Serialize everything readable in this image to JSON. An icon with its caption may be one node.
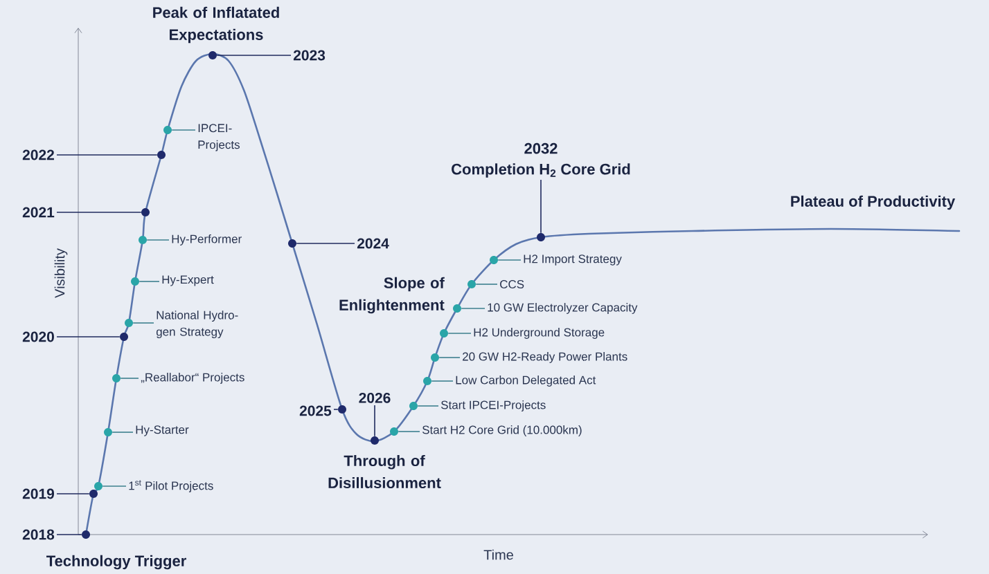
{
  "diagram": {
    "nodes": [
      {
        "text": [
          "2023"
        ]
      },
      {
        "text": [
          "IPCEI- Projects"
        ]
      },
      {
        "text": [
          "2022"
        ]
      },
      {
        "text": [
          "2021"
        ]
      },
      {
        "text": [
          "Hy-Performer"
        ]
      },
      {
        "text": [
          "2024"
        ]
      },
      {
        "text": [
          "Hy-Expert"
        ]
      },
      {
        "text": [
          "National Hydro- gen Strategy"
        ]
      },
      {
        "text": [
          "2020"
        ]
      },
      {
        "text": [
          "„Reallabor“ Projects"
        ]
      },
      {
        "text": [
          "2025"
        ]
      },
      {
        "text": [
          "2026"
        ]
      },
      {
        "text": [
          "Hy-Starter"
        ]
      },
      {
        "text": [
          "1$^{st}$ Pilot Projects"
        ]
      },
      {
        "text": [
          "2019"
        ]
      },
      {
        "text": [
          "2018"
        ]
      },
      {
        "text": [
          "2032",
          "Completion H$_{2}$ Core Grid"
        ]
      },
      {
        "text": [
          "H2 Import Strategy"
        ]
      },
      {
        "text": [
          "CCS"
        ]
      },
      {
        "text": [
          "10 GW Electrolyzer Capacity"
        ]
      },
      {
        "text": [
          "H2 Underground Storage"
        ]
      },
      {
        "text": [
          "20 GW H2-Ready Power Plants"
        ]
      },
      {
        "text": [
          "Low Carbon Delegated Act"
        ]
      },
      {
        "text": [
          "Start IPCEI-Projects"
        ]
      },
      {
        "text": [
          "Start H2 Core Grid (10.000km)"
        ]
      },
      {
        "text": [],
        "shape": "circle"
      },
      {
        "text": [],
        "shape": "circle"
      },
      {
        "text": [],
        "shape": "circle"
      },
      {
        "text": [],
        "shape": "circle"
      },
      {
        "text": [],
        "shape": "circle"
      },
      {
        "text": [],
        "shape": "circle"
      },
      {
        "text": [],
        "shape": "circle"
      },
      {
        "text": [],
        "shape": "circle"
      },
      {
        "text": [],
        "shape": "circle"
      },
      {
        "text": [],
        "shape": "circle"
      },
      {
        "text": [],
        "shape": "circle"
      },
      {
        "text": [],
        "shape": "circle"
      },
      {
        "text": [],
        "shape": "circle"
      },
      {
        "text": [],
        "shape": "circle"
      },
      {
        "text": [],
        "shape": "circle"
      },
      {
        "text": [],
        "shape": "circle"
      },
      {
        "text": [],
        "shape": "circle"
      },
      {
        "text": [],
        "shape": "circle"
      },
      {
        "text": [],
        "shape": "circle"
      },
      {
        "text": [],
        "shape": "circle"
      },
      {
        "text": [],
        "shape": "circle"
      },
      {
        "text": [],
        "shape": "circle"
      },
      {
        "text": [],
        "shape": "circle"
      },
      {
        "text": [],
        "shape": "circle"
      },
      {
        "text": [],
        "shape": "circle"
      }
    ],
    "edges": [
      {
        "from": 0,
        "to": 37,
        "arrow": "none",
        "color": "#1f2a5e"
      },
      {
        "from": 1,
        "to": 36,
        "arrow": "none"
      },
      {
        "from": 2,
        "to": 35,
        "arrow": "none",
        "color": "#1f2a5e"
      },
      {
        "from": 3,
        "to": 34,
        "arrow": "none",
        "color": "#1f2a5e"
      },
      {
        "from": 4,
        "to": 33,
        "arrow": "none"
      },
      {
        "from": 5,
        "to": 38,
        "arrow": "none",
        "color": "#1f2a5e"
      },
      {
        "from": 6,
        "to": 32,
        "arrow": "none"
      },
      {
        "from": 7,
        "to": 31,
        "arrow": "none"
      },
      {
        "from": 8,
        "to": 30,
        "arrow": "none",
        "color": "#1f2a5e"
      },
      {
        "from": 9,
        "to": 29,
        "arrow": "none"
      },
      {
        "from": 10,
        "to": 39,
        "arrow": "none",
        "color": "#1f2a5e"
      },
      {
        "from": 11,
        "to": 40,
        "arrow": "none",
        "color": "#1f2a5e"
      },
      {
        "from": 12,
        "to": 28,
        "arrow": "none"
      },
      {
        "from": 13,
        "to": 27,
        "arrow": "none"
      },
      {
        "from": 14,
        "to": 26,
        "arrow": "none",
        "color": "#1f2a5e"
      },
      {
        "from": 15,
        "to": 25,
        "arrow": "none",
        "color": "#1f2a5e"
      },
      {
        "from": 16,
        "to": 49,
        "arrow": "none",
        "color": "#1f2a5e"
      },
      {
        "from": 17,
        "to": 48,
        "arrow": "none"
      },
      {
        "from": 18,
        "to": 47,
        "arrow": "none"
      },
      {
        "from": 19,
        "to": 46,
        "arrow": "none"
      },
      {
        "from": 20,
        "to": 45,
        "arrow": "none"
      },
      {
        "from": 21,
        "to": 44,
        "arrow": "none"
      },
      {
        "from": 22,
        "to": 43,
        "arrow": "none"
      },
      {
        "from": 23,
        "to": 42,
        "arrow": "none"
      },
      {
        "from": 24,
        "to": 41,
        "arrow": "none"
      }
    ],
    "labels": [
      "Peak of Inflatated Expectations",
      "Visibility",
      "Plateau of Productivity",
      "Slope of Enlightenment",
      "Through of Disillusionment",
      "Technology Trigger",
      "Time"
    ]
  }
}
